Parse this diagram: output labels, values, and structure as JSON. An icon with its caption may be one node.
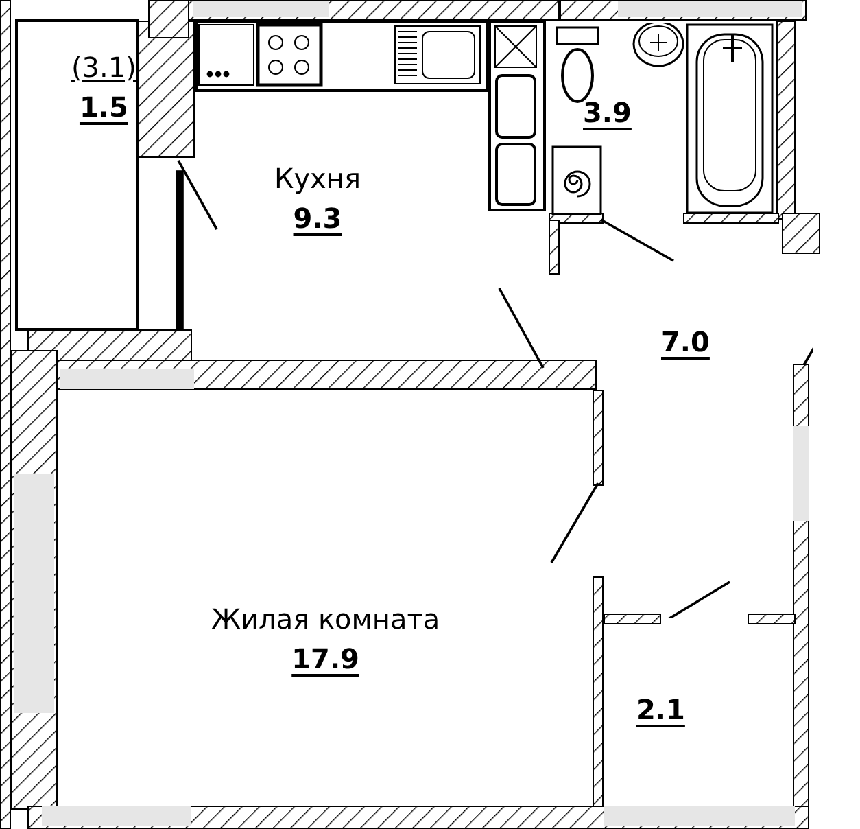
{
  "diagram": {
    "nodes": [
      {
        "text": [
          "(3.1)",
          "1.5"
        ]
      },
      {
        "text": [
          "Кухня",
          "9.3"
        ]
      },
      {
        "text": [
          "3.9"
        ]
      },
      {
        "text": [
          "7.0"
        ]
      },
      {
        "text": [
          "Жилая комната",
          "17.9"
        ]
      },
      {
        "text": [
          "2.1"
        ]
      }
    ]
  }
}
